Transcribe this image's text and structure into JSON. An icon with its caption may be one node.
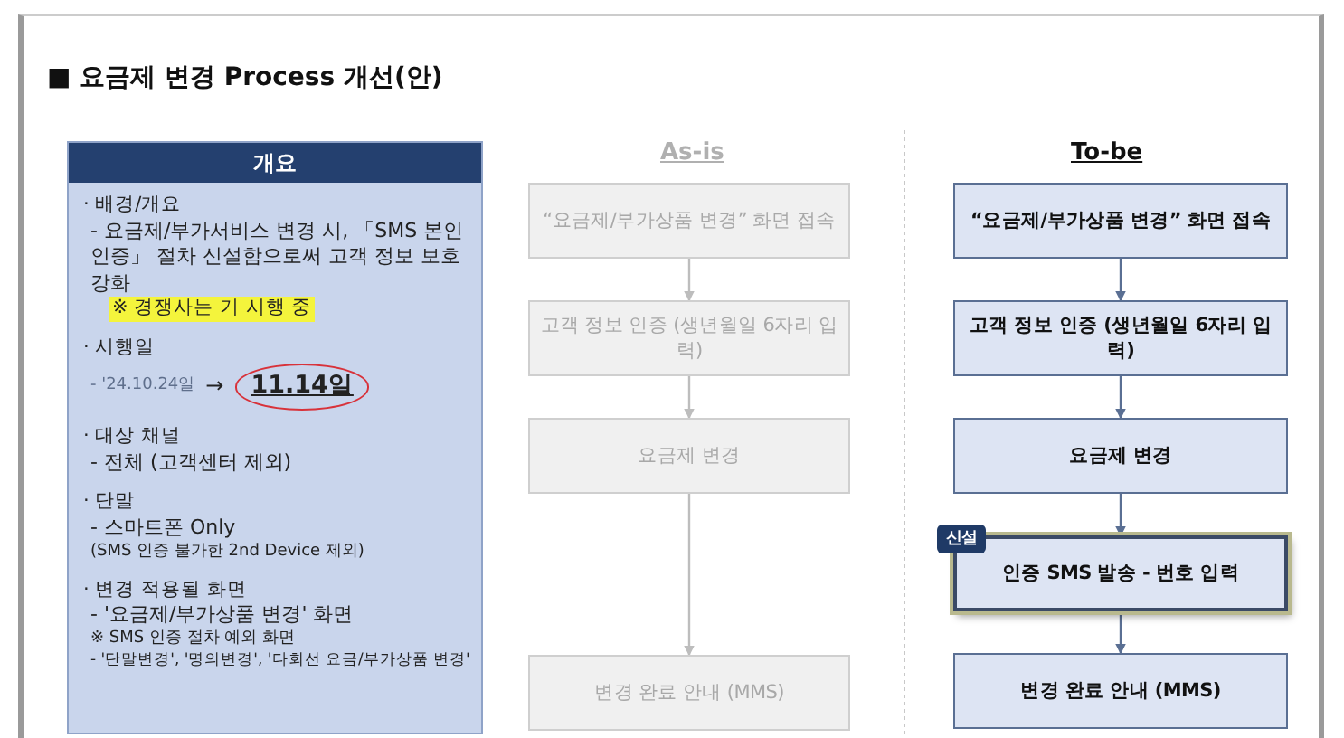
{
  "diagram": {
    "title": "■ 요금제 변경 Process 개선(안)",
    "nodes": [
      {
        "text": [
          "개요",
          "· 배경/개요",
          "- 요금제/부가서비스 변경 시, 「SMS 본인인증」 절차 신설함으로써 고객 정보 보호 강화",
          "※ 경쟁사는 기 시행 중",
          "· 시행일",
          "- '24.10.24일",
          "→",
          "11.14일",
          "· 대상 채널",
          "- 전체 (고객센터 제외)",
          "· 단말",
          "- 스마트폰 Only",
          "(SMS 인증 불가한 2nd Device 제외)",
          "· 변경 적용될 화면",
          "- '요금제/부가상품 변경' 화면",
          "※ SMS 인증 절차 예외 화면",
          "- '단말변경', '명의변경', '다회선 요금/부가상품 변경'"
        ]
      },
      {
        "text": [
          "“요금제/부가상품 변경” 화면 접속"
        ]
      },
      {
        "text": [
          "고객 정보 인증 (생년월일 6자리 입력)"
        ]
      },
      {
        "text": [
          "요금제 변경"
        ]
      },
      {
        "text": [
          "변경 완료 안내 (MMS)"
        ]
      },
      {
        "text": [
          "“요금제/부가상품 변경” 화면 접속"
        ]
      },
      {
        "text": [
          "고객 정보 인증 (생년월일 6자리 입력)"
        ]
      },
      {
        "text": [
          "요금제 변경"
        ]
      },
      {
        "text": [
          "신설",
          "인증 SMS 발송 - 번호 입력"
        ]
      },
      {
        "text": [
          "변경 완료 안내 (MMS)"
        ]
      }
    ],
    "edges": [
      {
        "from": 1,
        "to": 2,
        "arrow": "to",
        "color": "#bdbdbd"
      },
      {
        "from": 2,
        "to": 3,
        "arrow": "to",
        "color": "#bdbdbd"
      },
      {
        "from": 3,
        "to": 4,
        "arrow": "to",
        "color": "#bdbdbd"
      },
      {
        "from": 5,
        "to": 6,
        "arrow": "to"
      },
      {
        "from": 6,
        "to": 7,
        "arrow": "to"
      },
      {
        "from": 7,
        "to": 8,
        "arrow": "to"
      },
      {
        "from": 8,
        "to": 9,
        "arrow": "to"
      }
    ],
    "labels": [
      "As-is",
      "To-be"
    ]
  }
}
